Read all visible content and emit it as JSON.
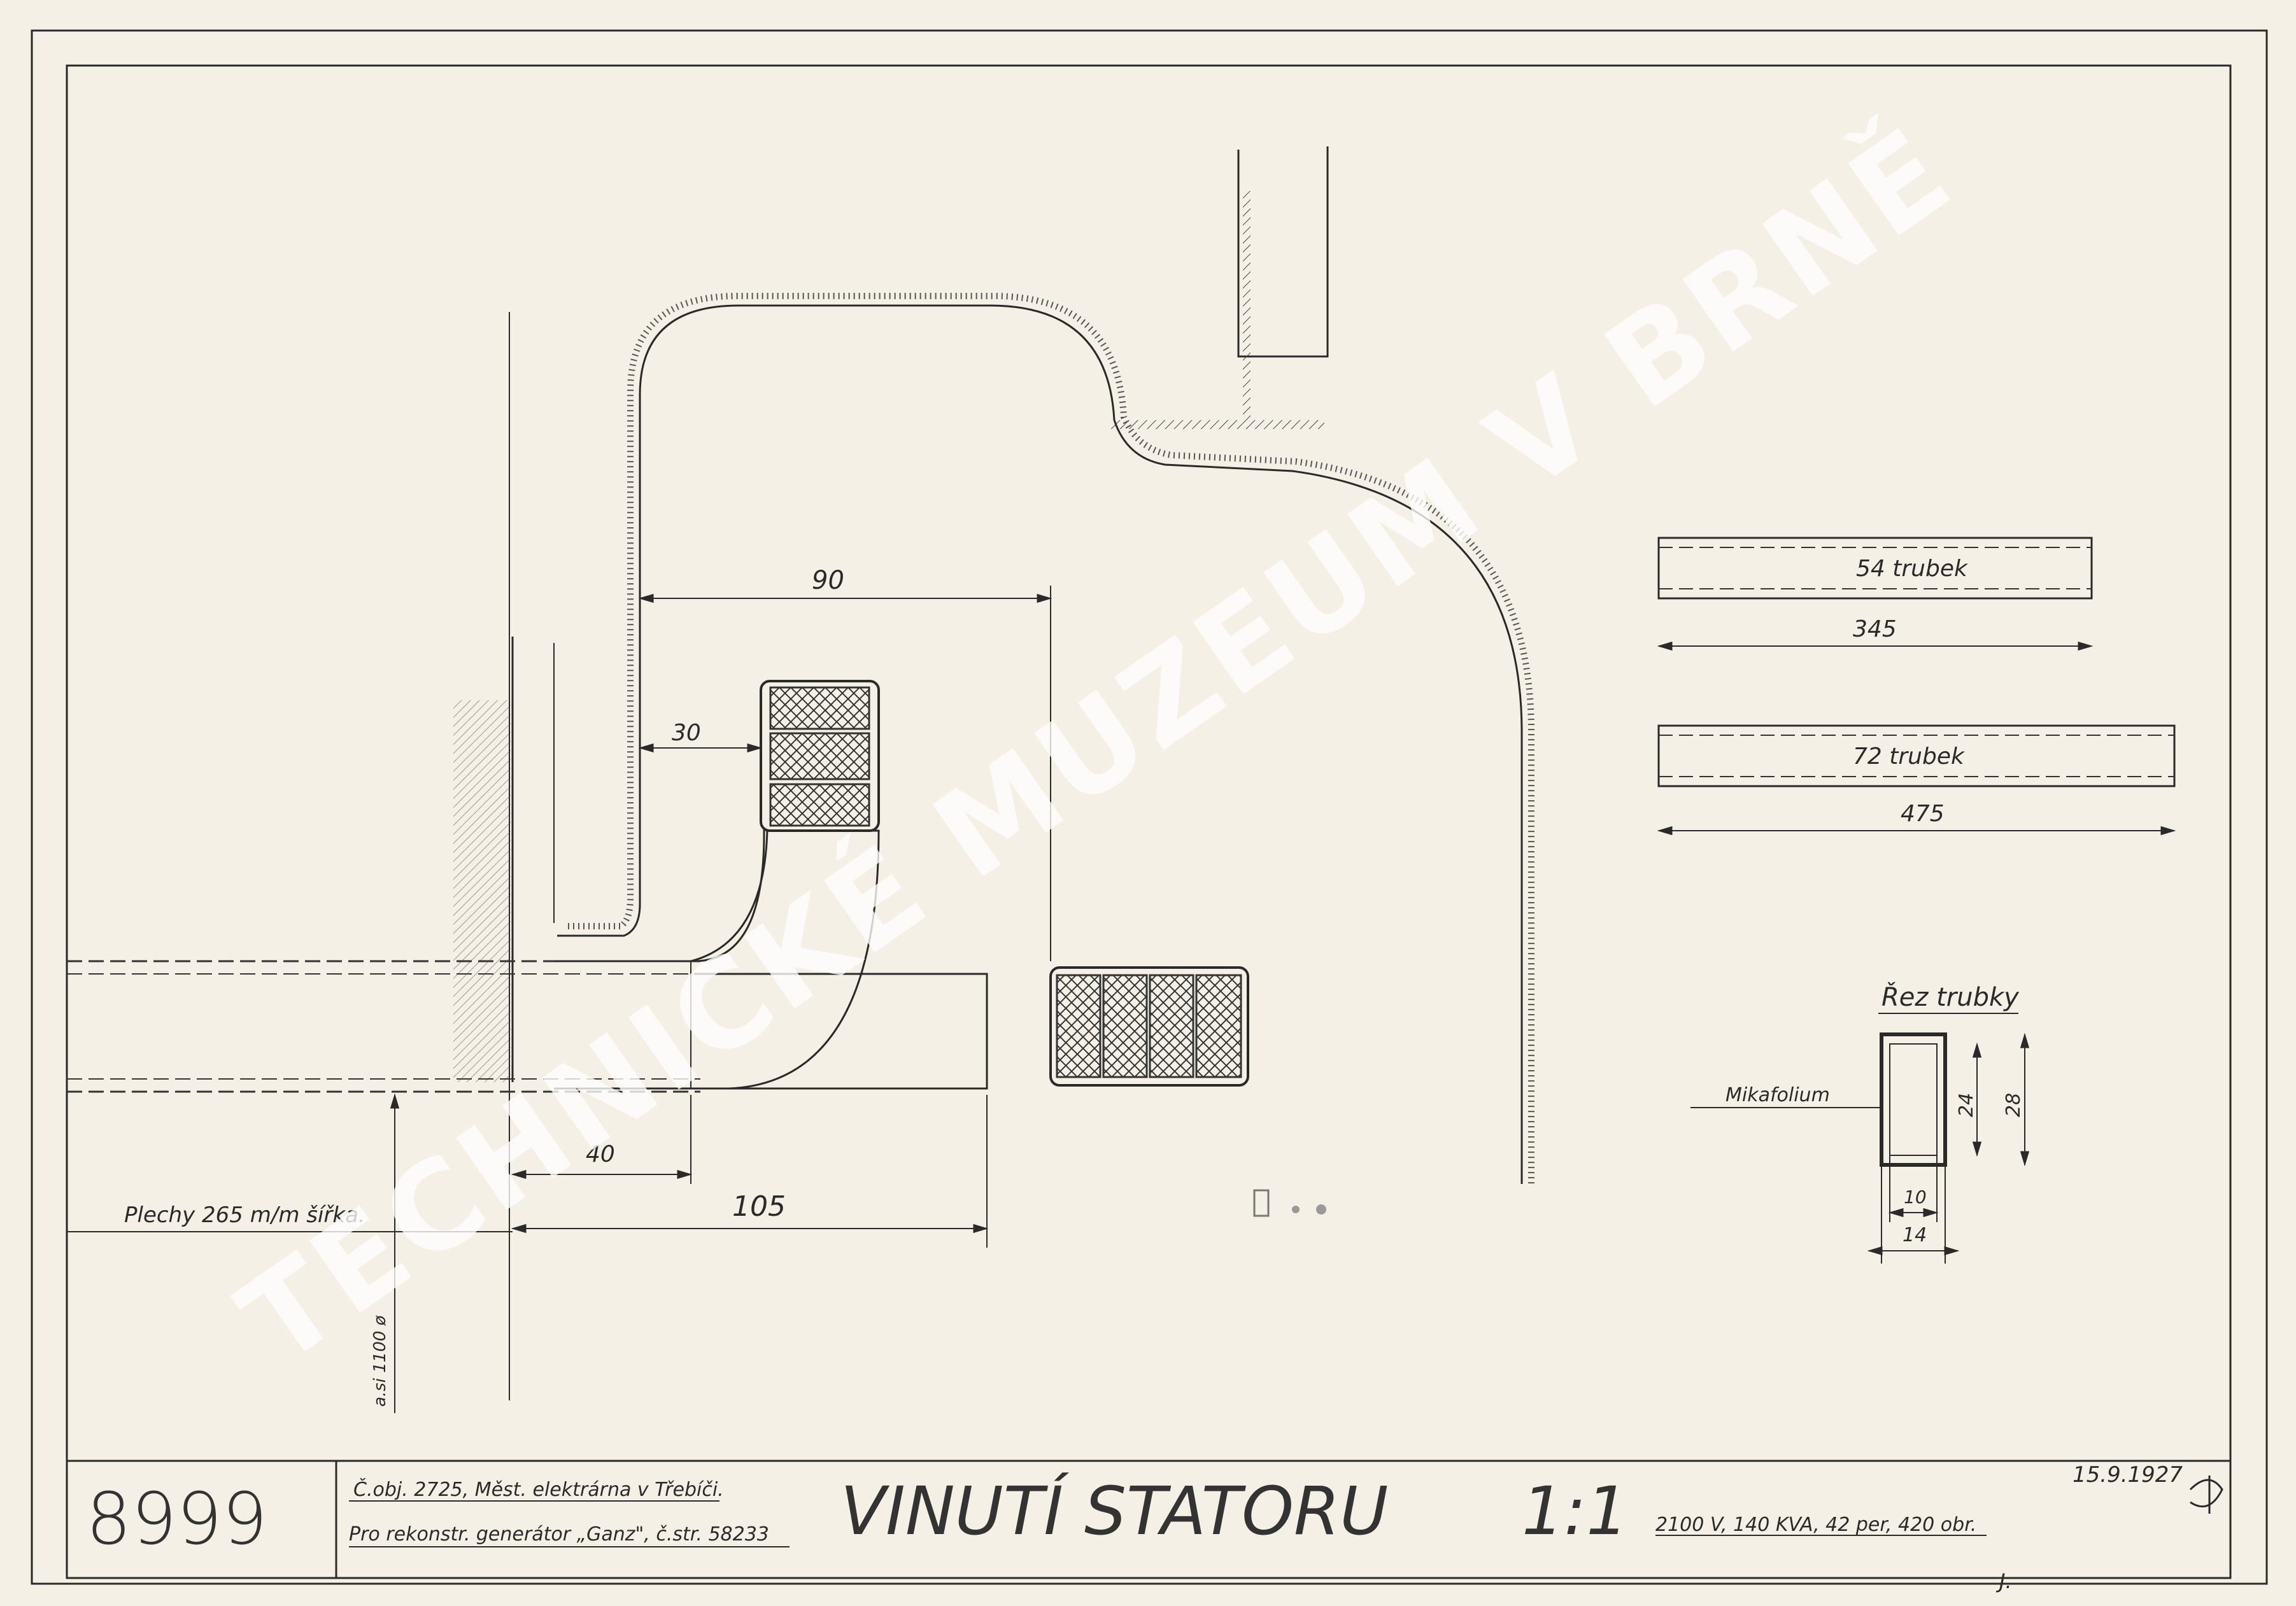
{
  "drawing": {
    "number": "8999",
    "title": "VINUTÍ STATORU",
    "scale": "1:1",
    "date": "15.9.1927",
    "spec": "2100 V, 140 KVA, 42 per, 420 obr.",
    "order_line": "Č.obj. 2725, Měst. elektrárna v Třebíči.",
    "project_line": "Pro rekonstr. generátor „Ganz\", č.str. 58233",
    "initial": "J."
  },
  "watermark": "TECHNICKÉ MUZEUM V BRNĚ",
  "dimensions": {
    "d90": "90",
    "d30": "30",
    "d40": "40",
    "d105": "105",
    "vertical_note": "a.si 1100 ø"
  },
  "sheet_note": "Plechy 265 m/m šířka.",
  "tubes": {
    "tube1_label": "54 trubek",
    "tube1_length": "345",
    "tube2_label": "72 trubek",
    "tube2_length": "475"
  },
  "section": {
    "title": "Řez trubky",
    "material": "Mikafolium",
    "inner_height": "24",
    "outer_height": "28",
    "inner_width": "10",
    "outer_width": "14"
  }
}
